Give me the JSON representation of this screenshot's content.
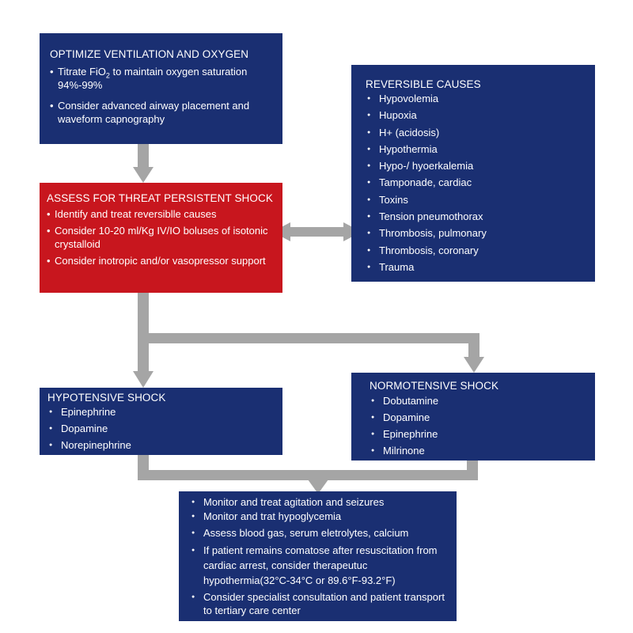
{
  "colors": {
    "navy": "#1a2f72",
    "red": "#c8161e",
    "arrow": "#a5a5a5"
  },
  "ventilation": {
    "title": "OPTIMIZE VENTILATION AND OXYGEN",
    "item1_before": "Titrate FiO",
    "item1_sub": "2",
    "item1_after": " to maintain oxygen saturation 94%-99%",
    "item2": "Consider advanced airway placement and waveform capnography"
  },
  "assess": {
    "title": "ASSESS FOR THREAT PERSISTENT SHOCK",
    "items": [
      "Identify and treat reversiblle causes",
      "Consider 10-20 ml/Kg IV/IO boluses of isotonic crystalloid",
      "Consider inotropic and/or vasopressor support"
    ]
  },
  "reversible": {
    "title": "REVERSIBLE CAUSES",
    "items": [
      "Hypovolemia",
      "Hupoxia",
      "H+ (acidosis)",
      "Hypothermia",
      "Hypo-/ hyoerkalemia",
      "Tamponade, cardiac",
      "Toxins",
      "Tension pneumothorax",
      "Thrombosis, pulmonary",
      "Thrombosis, coronary",
      "Trauma"
    ]
  },
  "hypotensive": {
    "title": "HYPOTENSIVE SHOCK",
    "items": [
      "Epinephrine",
      "Dopamine",
      "Norepinephrine"
    ]
  },
  "normotensive": {
    "title": "NORMOTENSIVE SHOCK",
    "items": [
      "Dobutamine",
      "Dopamine",
      "Epinephrine",
      "Milrinone"
    ]
  },
  "monitor": {
    "items": [
      "Monitor and treat agitation and seizures",
      "Monitor and trat hypoglycemia",
      "Assess blood gas, serum eletrolytes, calcium",
      "If patient remains comatose after resuscitation from cardiac arrest, consider therapeutuc hypothermia(32°C-34°C or 89.6°F-93.2°F)",
      "Consider specialist consultation and patient transport to tertiary care center"
    ]
  }
}
